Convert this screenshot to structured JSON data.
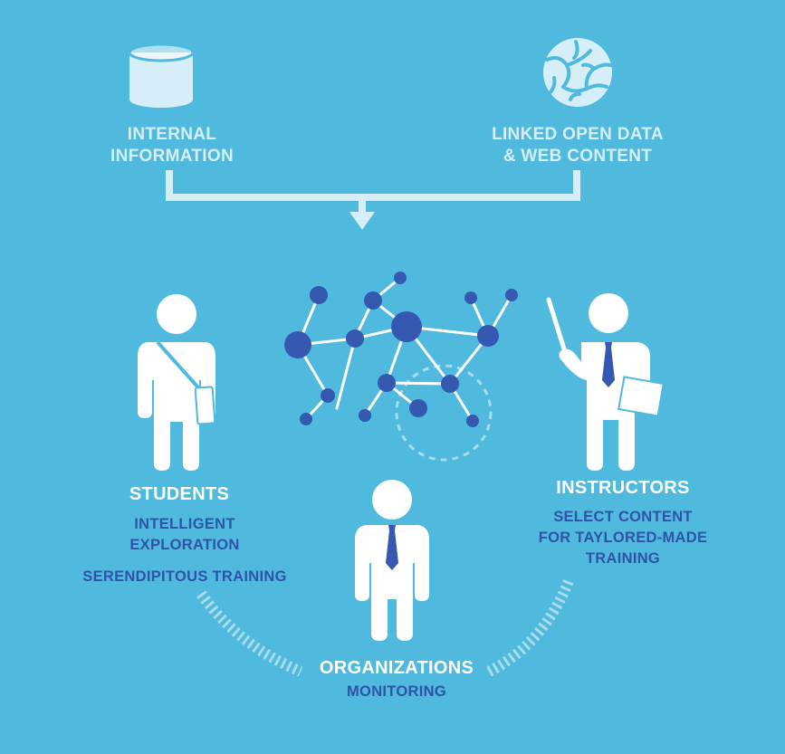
{
  "sources": {
    "internal": {
      "line1": "INTERNAL",
      "line2": "INFORMATION",
      "icon": "database-icon"
    },
    "linked": {
      "line1": "LINKED OPEN DATA",
      "line2": "& WEB CONTENT",
      "icon": "globe-icon"
    }
  },
  "students": {
    "title": "STUDENTS",
    "sub1": "INTELLIGENT",
    "sub2": "EXPLORATION",
    "sub3": "SERENDIPITOUS TRAINING"
  },
  "instructors": {
    "title": "INSTRUCTORS",
    "sub1": "SELECT CONTENT",
    "sub2": "FOR TAYLORED-MADE",
    "sub3": "TRAINING"
  },
  "organizations": {
    "title": "ORGANIZATIONS",
    "sub1": "MONITORING"
  },
  "colors": {
    "background": "#4fbade",
    "light": "#d6eef8",
    "node": "#3558b0",
    "accent_text": "#2f53a8"
  }
}
